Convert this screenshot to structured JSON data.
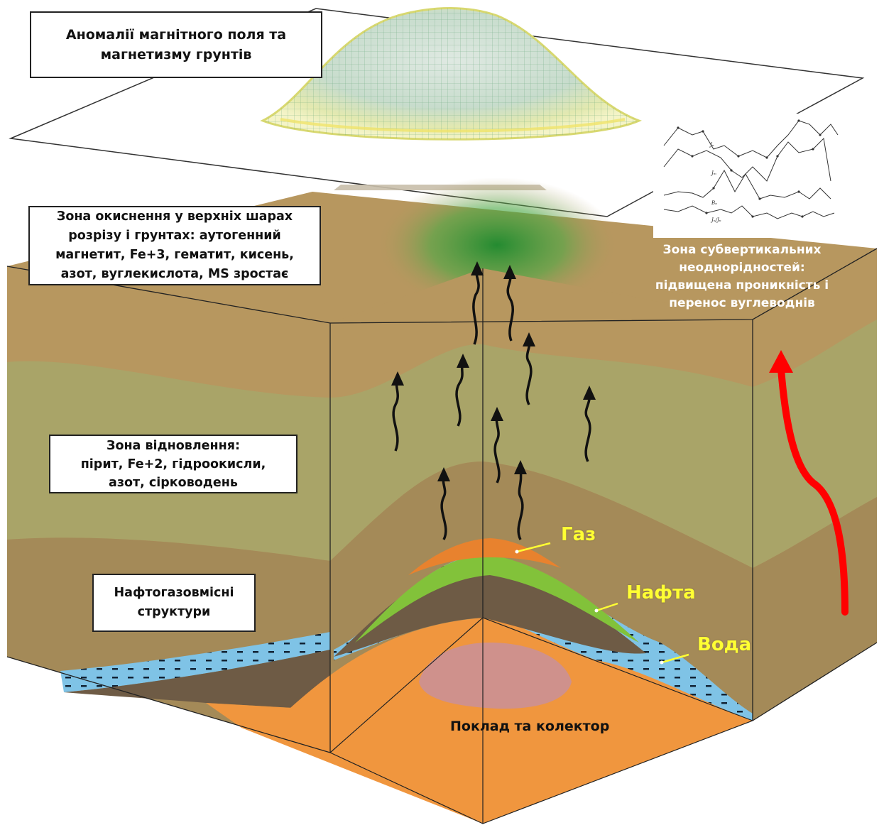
{
  "boxes": {
    "magnetic_anomaly": [
      "Аномалії магнітного поля та",
      "магнетизму грунтів"
    ],
    "oxidation_zone": [
      "Зона окиснення у верхніх шарах",
      "розрізу і грунтах: аутогенний",
      "магнетит, Fe+3, гематит, кисень,",
      "азот, вуглекислота, MS зростає"
    ],
    "reduction_zone": [
      "Зона відновлення:",
      "пірит, Fe+2, гідроокисли,",
      "азот, сірководень"
    ],
    "oil_gas_structures": [
      "Нафтогазовмісні",
      "структури"
    ]
  },
  "layers": {
    "gas": "Газ",
    "oil": "Нафта",
    "water": "Вода"
  },
  "reservoir_label": "Поклад та колектор",
  "subvertical_zone": [
    "Зона субвертикальних",
    "неоднорідностей:",
    "підвищена проникність і",
    "перенос вуглеводнів"
  ],
  "inset": {
    "labels": [
      "Jₙ",
      "Jₘ",
      "Bₙ",
      "Jₙ/Jₙ"
    ]
  },
  "colors": {
    "topsoil": "#b7975f",
    "green_band": "#a9a468",
    "brown_band": "#a48a58",
    "gas": "#e8822e",
    "oil": "#82c23a",
    "water": "#7fc3e6",
    "reservoir": "#f0963e",
    "arrow_red": "#ff0000"
  }
}
